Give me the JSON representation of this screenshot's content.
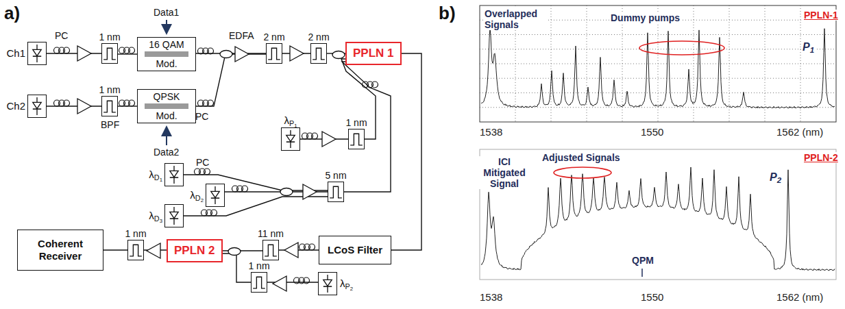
{
  "diagram": {
    "nodes": [
      {
        "text": [
          "Ch1"
        ]
      },
      {
        "text": [
          "1 nm"
        ]
      },
      {
        "text": [
          "16 QAM",
          "Mod."
        ]
      },
      {
        "text": [
          "2 nm"
        ]
      },
      {
        "text": [
          "2 nm"
        ]
      },
      {
        "text": [
          "PPLN 1"
        ]
      },
      {
        "text": [
          "Ch2"
        ]
      },
      {
        "text": [
          "1 nm"
        ]
      },
      {
        "text": [
          "QPSK",
          "Mod."
        ]
      },
      {
        "text": [
          "λP1"
        ]
      },
      {
        "text": [
          "1 nm"
        ]
      },
      {
        "text": [
          "λD1"
        ]
      },
      {
        "text": [
          "λD2"
        ]
      },
      {
        "text": [
          "λD3"
        ]
      },
      {
        "text": [
          "5 nm"
        ]
      },
      {
        "text": [
          "Coherent Receiver"
        ]
      },
      {
        "text": [
          "1 nm"
        ]
      },
      {
        "text": [
          "PPLN 2"
        ]
      },
      {
        "text": [
          "11 nm"
        ]
      },
      {
        "text": [
          "LCoS Filter"
        ]
      },
      {
        "text": [
          "1 nm"
        ]
      },
      {
        "text": [
          "λP2"
        ]
      }
    ],
    "edges": [
      {
        "from": 0,
        "to": 1,
        "arrow": "none"
      },
      {
        "from": 1,
        "to": 2,
        "arrow": "none"
      },
      {
        "from": 2,
        "to": 3,
        "arrow": "none"
      },
      {
        "from": 6,
        "to": 7,
        "arrow": "none"
      },
      {
        "from": 7,
        "to": 8,
        "arrow": "none"
      },
      {
        "from": 8,
        "to": 3,
        "arrow": "none"
      },
      {
        "from": 3,
        "to": 4,
        "arrow": "none"
      },
      {
        "from": 4,
        "to": 5,
        "arrow": "none"
      },
      {
        "from": 9,
        "to": 10,
        "arrow": "none"
      },
      {
        "from": 10,
        "to": 5,
        "arrow": "none"
      },
      {
        "from": 11,
        "to": 14,
        "arrow": "none"
      },
      {
        "from": 12,
        "to": 14,
        "arrow": "none"
      },
      {
        "from": 13,
        "to": 14,
        "arrow": "none"
      },
      {
        "from": 14,
        "to": 5,
        "arrow": "none"
      },
      {
        "from": 5,
        "to": 19,
        "arrow": "none"
      },
      {
        "from": 19,
        "to": 18,
        "arrow": "none"
      },
      {
        "from": 18,
        "to": 17,
        "arrow": "none"
      },
      {
        "from": 21,
        "to": 20,
        "arrow": "none"
      },
      {
        "from": 20,
        "to": 17,
        "arrow": "none"
      },
      {
        "from": 17,
        "to": 16,
        "arrow": "none"
      },
      {
        "from": 16,
        "to": 15,
        "arrow": "none"
      }
    ],
    "labels": [
      "a)",
      "Data1",
      "PC",
      "EDFA",
      "BPF",
      "PC",
      "Data2",
      "PC",
      "b)",
      "Overlapped Signals",
      "Dummy pumps",
      "P1",
      "PPLN-1",
      "1538",
      "1550",
      "1562 (nm)",
      "ICI Mitigated Signal",
      "Adjusted Signals",
      "P2",
      "PPLN-2",
      "QPM",
      "1538",
      "1550",
      "1562 (nm)"
    ]
  }
}
